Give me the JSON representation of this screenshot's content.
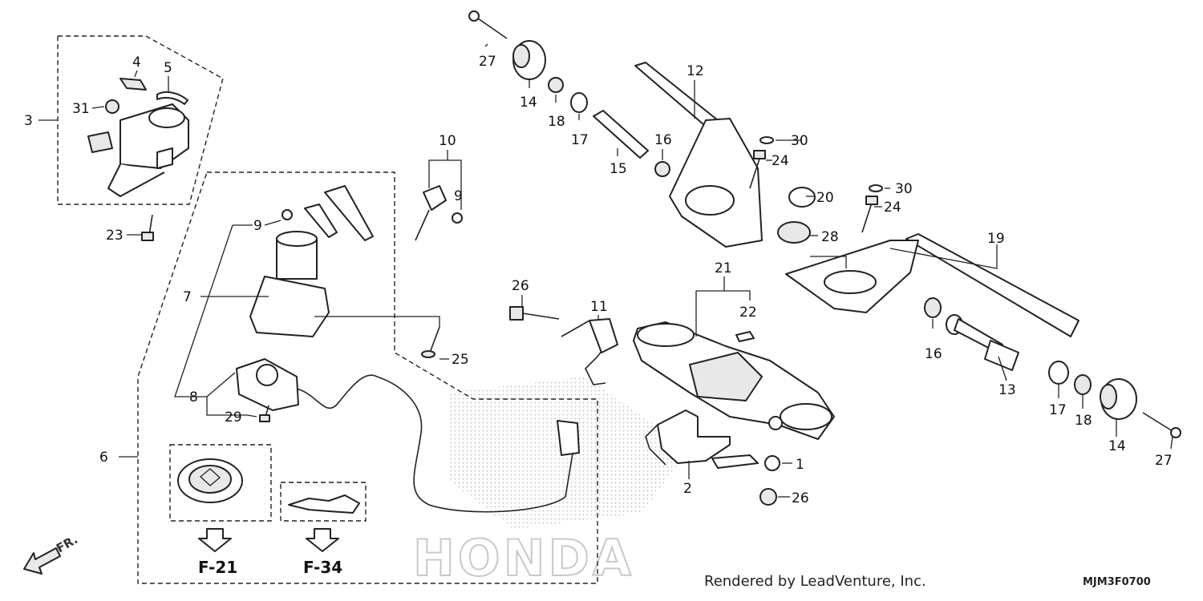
{
  "callouts": [
    "1",
    "2",
    "3",
    "4",
    "5",
    "6",
    "7",
    "8",
    "9",
    "9",
    "10",
    "11",
    "12",
    "13",
    "14",
    "14",
    "15",
    "16",
    "16",
    "17",
    "17",
    "18",
    "18",
    "19",
    "20",
    "21",
    "22",
    "23",
    "24",
    "24",
    "25",
    "26",
    "26",
    "27",
    "27",
    "28",
    "29",
    "30",
    "30",
    "31"
  ],
  "references": [
    "F-21",
    "F-34"
  ],
  "direction_label": "FR.",
  "watermark": "HONDA",
  "credit": "Rendered by LeadVenture, Inc.",
  "diagram_code": "MJM3F0700"
}
